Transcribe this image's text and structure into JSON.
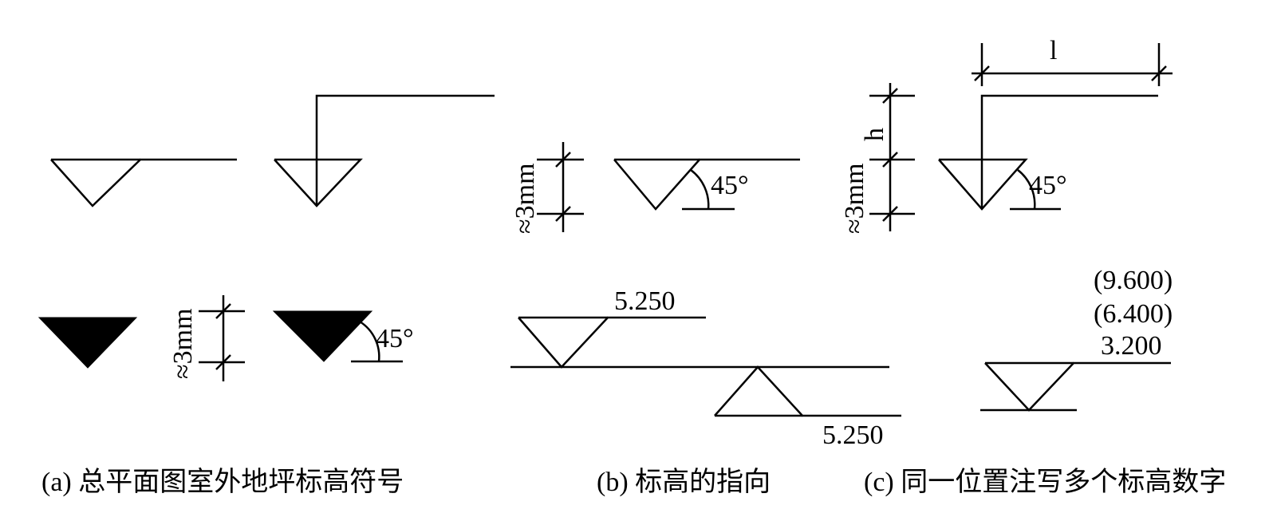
{
  "labels": {
    "dim_3mm": "≈3mm",
    "dim_h": "h",
    "dim_l": "l",
    "angle_45": "45°",
    "elev_5250": "5.250",
    "elev_9600": "(9.600)",
    "elev_6400": "(6.400)",
    "elev_3200": "3.200"
  },
  "captions": {
    "a": "(a) 总平面图室外地坪标高符号",
    "b": "(b) 标高的指向",
    "c": "(c) 同一位置注写多个标高数字"
  }
}
